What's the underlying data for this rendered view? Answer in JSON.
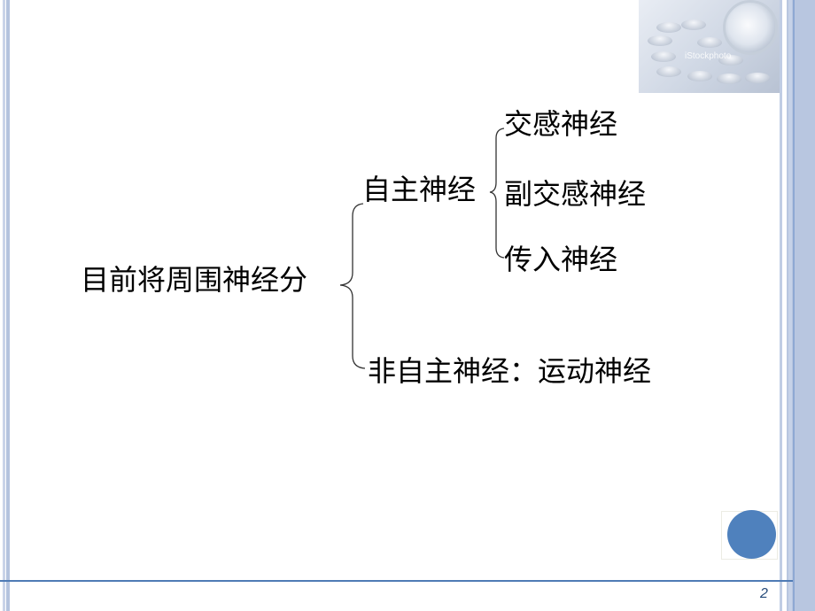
{
  "slide": {
    "page_number": "2",
    "photo": {
      "icon": "pills-bottle-photo",
      "watermark": "iStockphoto"
    },
    "decor_circle_color": "#4f81bd",
    "accent_color": "#4f7bb5"
  },
  "diagram": {
    "root": "目前将周围神经分",
    "branches": [
      {
        "label": "自主神经",
        "children": [
          "交感神经",
          "副交感神经",
          "传入神经"
        ]
      },
      {
        "label": "非自主神经：运动神经",
        "children": []
      }
    ]
  }
}
